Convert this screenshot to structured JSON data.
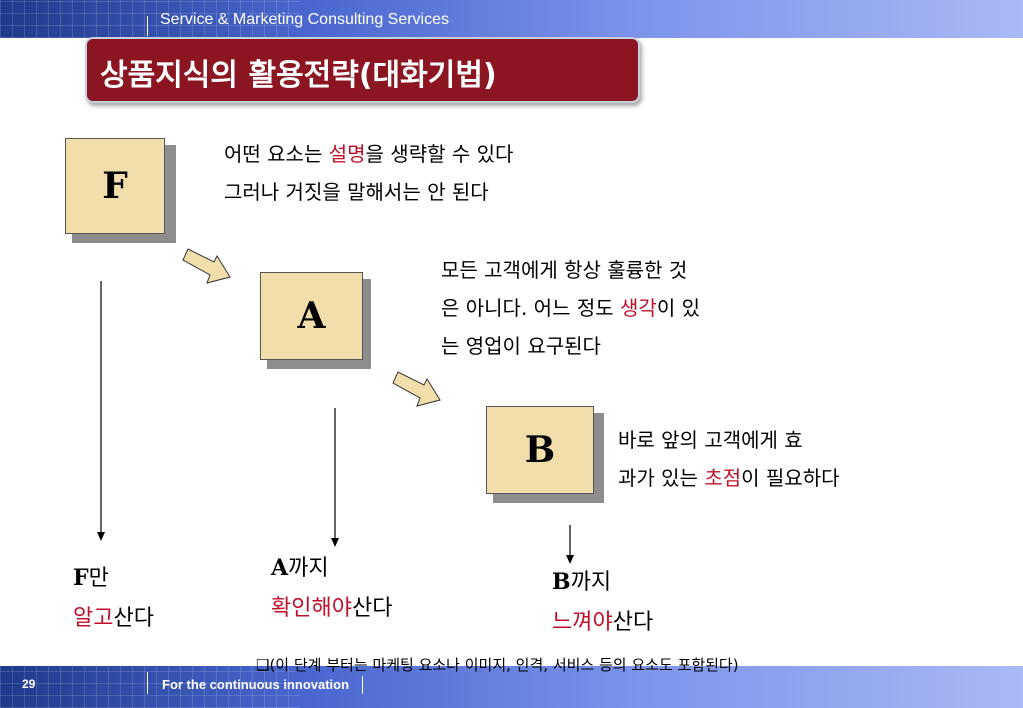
{
  "header": {
    "company": "Service & Marketing Consulting Services"
  },
  "title": "상품지식의 활용전략(대화기법)",
  "cards": {
    "f": "F",
    "a": "A",
    "b": "B"
  },
  "desc_f": {
    "line1_pre": "어떤 요소는 ",
    "line1_red": "설명",
    "line1_post": "을 생략할 수 있다",
    "line2": "그러나 거짓을 말해서는 안 된다"
  },
  "desc_a": {
    "line1": "모든 고객에게 항상 훌륭한 것",
    "line2_pre": "은 아니다. 어느 정도 ",
    "line2_red": "생각",
    "line2_post": "이 있",
    "line3": "는 영업이 요구된다"
  },
  "desc_b": {
    "line1": "바로 앞의 고객에게 효",
    "line2_pre": "과가 있는 ",
    "line2_red": "초점",
    "line2_post": "이 필요하다"
  },
  "label_f": {
    "letter": "F",
    "suffix": "만",
    "red": "알고",
    "post": "산다"
  },
  "label_a": {
    "letter": "A",
    "suffix": "까지",
    "red": "확인해야",
    "post": "산다"
  },
  "label_b": {
    "letter": "B",
    "suffix": "까지",
    "red": "느껴야",
    "post": "산다"
  },
  "note": "❑(이 단계 부터는 마케팅 요소나 이미지, 인격, 서비스 등의 요소도 포함된다)",
  "footer": {
    "page": "29",
    "slogan": "For the continuous innovation"
  },
  "colors": {
    "title_bg": "#8b1520",
    "card": "#f2deab",
    "accent_red": "#c0102a",
    "band": "#4a67d0"
  }
}
